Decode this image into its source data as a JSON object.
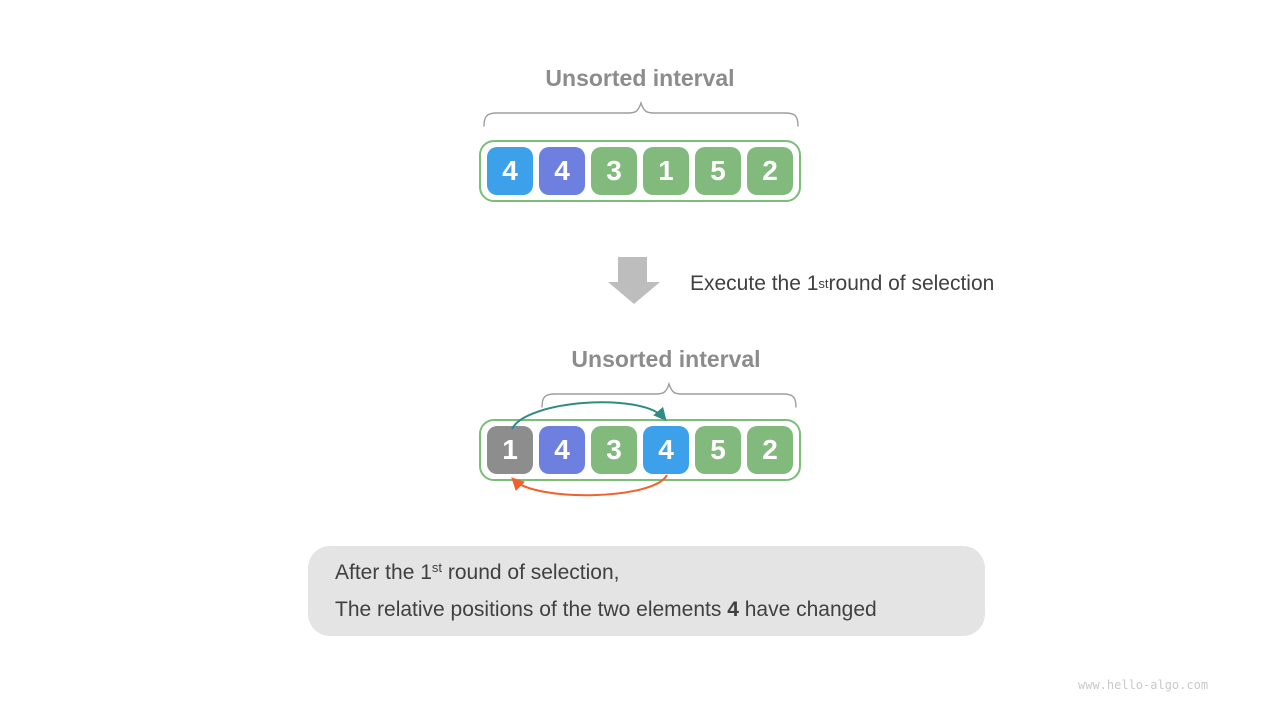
{
  "colors": {
    "blue": "#3da0ea",
    "purple": "#6d80e0",
    "green": "#82ba7e",
    "gray": "#8d8d8d",
    "container_border": "#7cbd78",
    "label_gray": "#8c8c8c",
    "brace_gray": "#9e9e9e",
    "arrow_gray": "#bdbdbd",
    "text_dark": "#404040",
    "teal_arrow": "#2e8c85",
    "orange_arrow": "#f2602b",
    "note_bg": "#e4e4e4",
    "watermark_gray": "#c9c9c9",
    "cell_text": "#ffffff"
  },
  "diagram_top": {
    "label": "Unsorted interval",
    "cells": [
      {
        "value": "4",
        "color": "blue"
      },
      {
        "value": "4",
        "color": "purple"
      },
      {
        "value": "3",
        "color": "green"
      },
      {
        "value": "1",
        "color": "green"
      },
      {
        "value": "5",
        "color": "green"
      },
      {
        "value": "2",
        "color": "green"
      }
    ]
  },
  "step": {
    "before": "Execute the 1",
    "sup": "st",
    "after": " round of selection"
  },
  "diagram_bottom": {
    "label": "Unsorted interval",
    "cells": [
      {
        "value": "1",
        "color": "gray"
      },
      {
        "value": "4",
        "color": "purple"
      },
      {
        "value": "3",
        "color": "green"
      },
      {
        "value": "4",
        "color": "blue"
      },
      {
        "value": "5",
        "color": "green"
      },
      {
        "value": "2",
        "color": "green"
      }
    ]
  },
  "note": {
    "line1_before": "After the 1",
    "line1_sup": "st",
    "line1_after": " round of selection,",
    "line2_before": "The relative positions of the two elements ",
    "line2_bold": "4",
    "line2_after": " have changed"
  },
  "watermark": "www.hello-algo.com"
}
